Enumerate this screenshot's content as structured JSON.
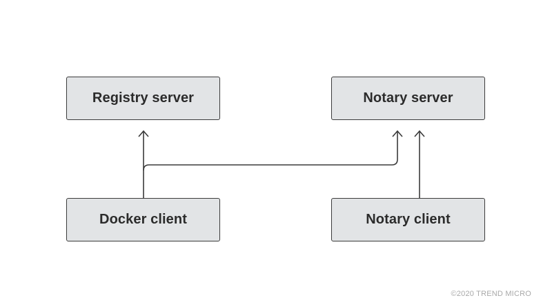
{
  "nodes": {
    "registry_server": "Registry server",
    "notary_server": "Notary server",
    "docker_client": "Docker client",
    "notary_client": "Notary client"
  },
  "footer": {
    "copyright": "©2020 TREND MICRO"
  },
  "colors": {
    "box_fill": "#e2e4e6",
    "box_border": "#3a3a3a",
    "line": "#3a3a3a",
    "copyright_text": "#a9a9a9"
  }
}
